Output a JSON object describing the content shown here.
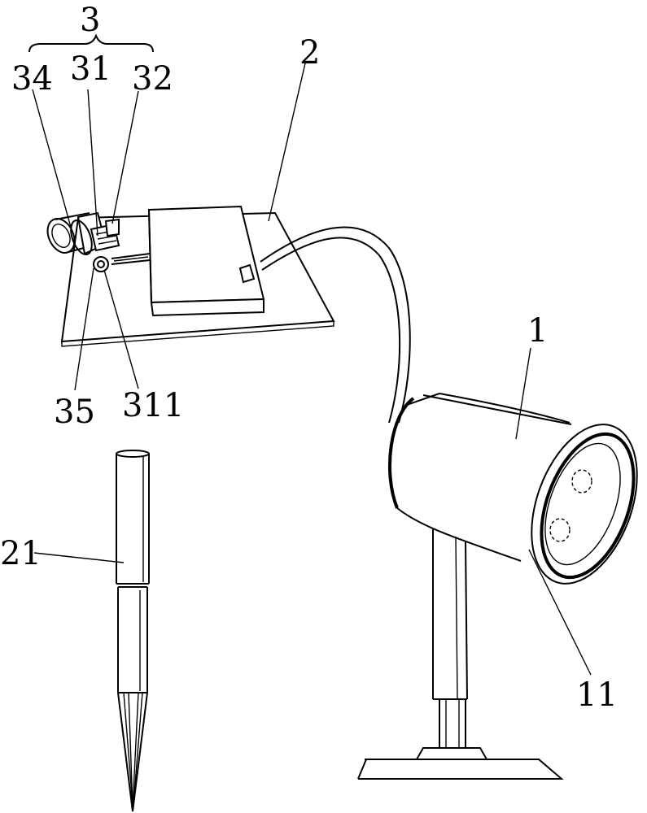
{
  "figure": {
    "labels": {
      "part_3": "3",
      "part_34": "34",
      "part_31": "31",
      "part_32": "32",
      "part_2": "2",
      "part_1": "1",
      "part_35": "35",
      "part_311": "311",
      "part_21": "21",
      "part_11": "11"
    }
  }
}
